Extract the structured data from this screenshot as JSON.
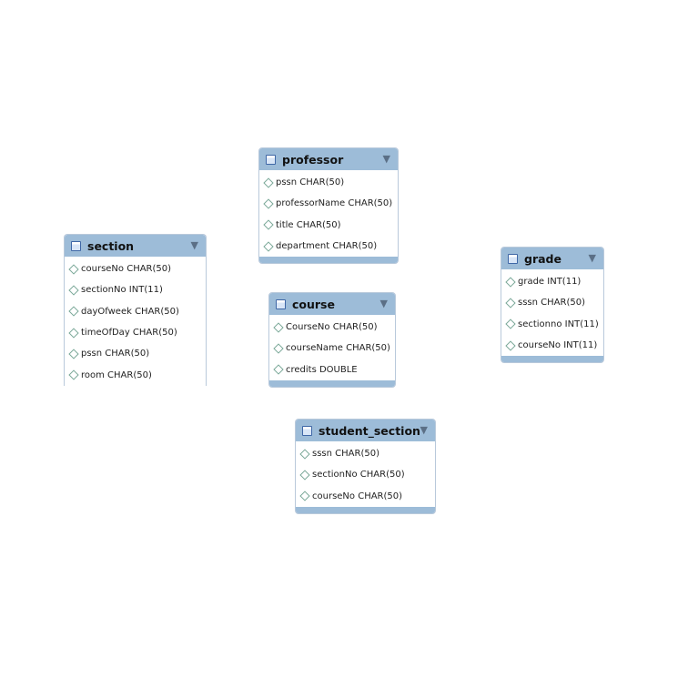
{
  "tables": {
    "professor": {
      "name": "professor",
      "columns": [
        "pssn CHAR(50)",
        "professorName CHAR(50)",
        "title CHAR(50)",
        "department CHAR(50)"
      ]
    },
    "section": {
      "name": "section",
      "columns": [
        "courseNo CHAR(50)",
        "sectionNo INT(11)",
        "dayOfweek CHAR(50)",
        "timeOfDay CHAR(50)",
        "pssn CHAR(50)",
        "room CHAR(50)"
      ]
    },
    "grade": {
      "name": "grade",
      "columns": [
        "grade INT(11)",
        "sssn CHAR(50)",
        "sectionno INT(11)",
        "courseNo INT(11)"
      ]
    },
    "course": {
      "name": "course",
      "columns": [
        "CourseNo CHAR(50)",
        "courseName CHAR(50)",
        "credits DOUBLE"
      ]
    },
    "student_section": {
      "name": "student_section",
      "columns": [
        "sssn CHAR(50)",
        "sectionNo CHAR(50)",
        "courseNo CHAR(50)"
      ]
    }
  },
  "icons": {
    "table": "table-icon",
    "collapse": "collapse-arrow-icon",
    "column": "column-diamond-icon"
  },
  "colors": {
    "header": "#9dbcd8",
    "border": "#b9c9db",
    "icon": "#3f67a6"
  }
}
